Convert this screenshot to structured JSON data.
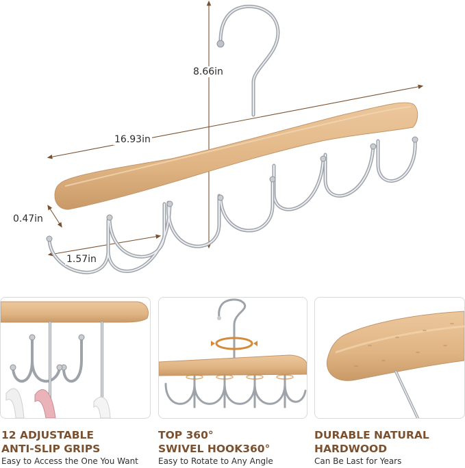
{
  "dimensions": {
    "height": "8.66in",
    "length": "16.93in",
    "thickness": "0.47in",
    "hook_spacing": "1.57in"
  },
  "features": [
    {
      "title_line1": "12 ADJUSTABLE",
      "title_line2": "ANTI-SLIP GRIPS",
      "subtitle": "Easy to Access the One You Want"
    },
    {
      "title_line1": "TOP 360°",
      "title_line2": "SWIVEL HOOK360°",
      "subtitle": "Easy to Rotate to Any Angle"
    },
    {
      "title_line1": "DURABLE NATURAL",
      "title_line2": "HARDWOOD",
      "subtitle": "Can Be Last for Years"
    }
  ],
  "colors": {
    "wood": "#e3b98b",
    "metal": "#c9ccd0",
    "title_brown": "#7a5130"
  }
}
